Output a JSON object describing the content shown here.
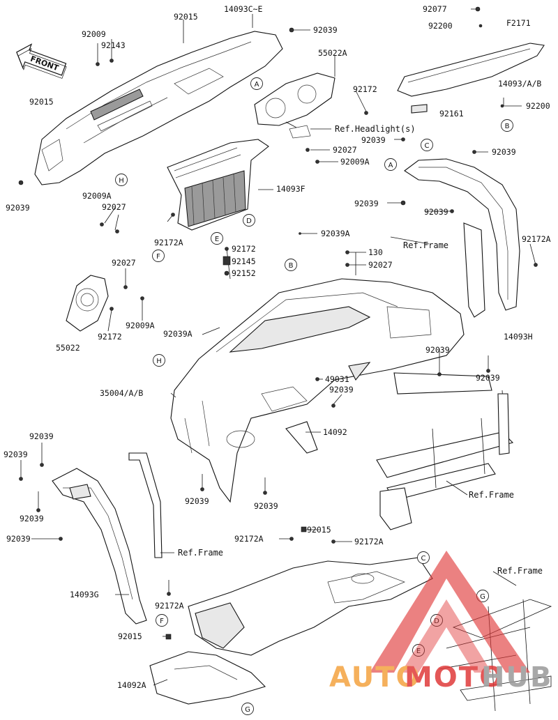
{
  "figure_code": "F2171",
  "front_label": "FRONT",
  "watermark": {
    "auto": "AUTO",
    "moto": "MOTO",
    "hub": "HUB"
  },
  "ref_labels": {
    "headlight": "Ref.Headlight(s)",
    "frame": "Ref.Frame"
  },
  "part_numbers": [
    "92077",
    "92200",
    "14093C~E",
    "92015",
    "92039",
    "92009",
    "92143",
    "55022A",
    "92172",
    "14093/A/B",
    "92200",
    "92161",
    "92027",
    "92009A",
    "92039",
    "92039",
    "92039",
    "92039",
    "92009A",
    "92027",
    "14093F",
    "92172A",
    "92039A",
    "92172",
    "92145",
    "92152",
    "130",
    "92027",
    "92172A",
    "92027",
    "92009A",
    "55022",
    "92172",
    "92039A",
    "14093H",
    "92039",
    "92039",
    "49031",
    "92039",
    "35004/A/B",
    "14092",
    "92039",
    "92039",
    "92039",
    "92039",
    "92039",
    "92039",
    "14093G",
    "92172A",
    "92172A",
    "92015",
    "92172A",
    "92015",
    "14092A",
    "92015",
    "92039"
  ],
  "callouts": [
    "A",
    "A",
    "B",
    "B",
    "C",
    "C",
    "D",
    "D",
    "E",
    "E",
    "F",
    "F",
    "G",
    "G",
    "H",
    "H"
  ],
  "colors": {
    "line": "#111111",
    "watermark_red": "#e03a3a",
    "watermark_orange": "#f4a340",
    "watermark_gray": "#9a9a9a"
  }
}
